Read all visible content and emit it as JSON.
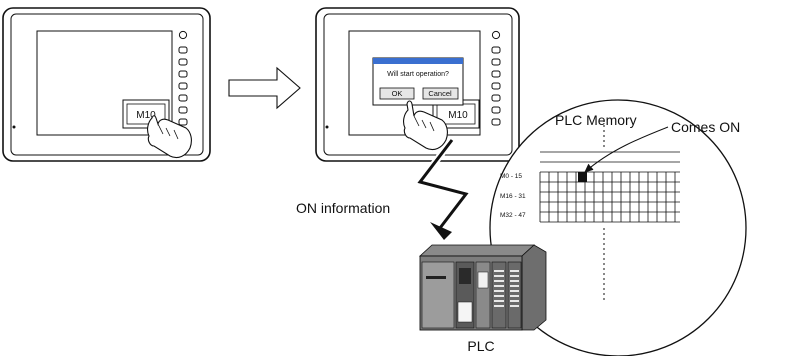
{
  "panel_before": {
    "switch_label": "M10"
  },
  "panel_after": {
    "switch_label": "M10",
    "dialog": {
      "message": "Will start operation?",
      "ok_label": "OK",
      "cancel_label": "Cancel"
    }
  },
  "signal": {
    "label": "ON information"
  },
  "memory_view": {
    "title": "PLC Memory",
    "callout": "Comes ON",
    "rows": [
      "M0 - 15",
      "M16 - 31",
      "M32 - 47"
    ]
  },
  "plc": {
    "label": "PLC"
  },
  "icons": [
    "hand-pointer-icon",
    "arrow-right-icon",
    "lightning-arrow-icon",
    "plc-icon"
  ]
}
